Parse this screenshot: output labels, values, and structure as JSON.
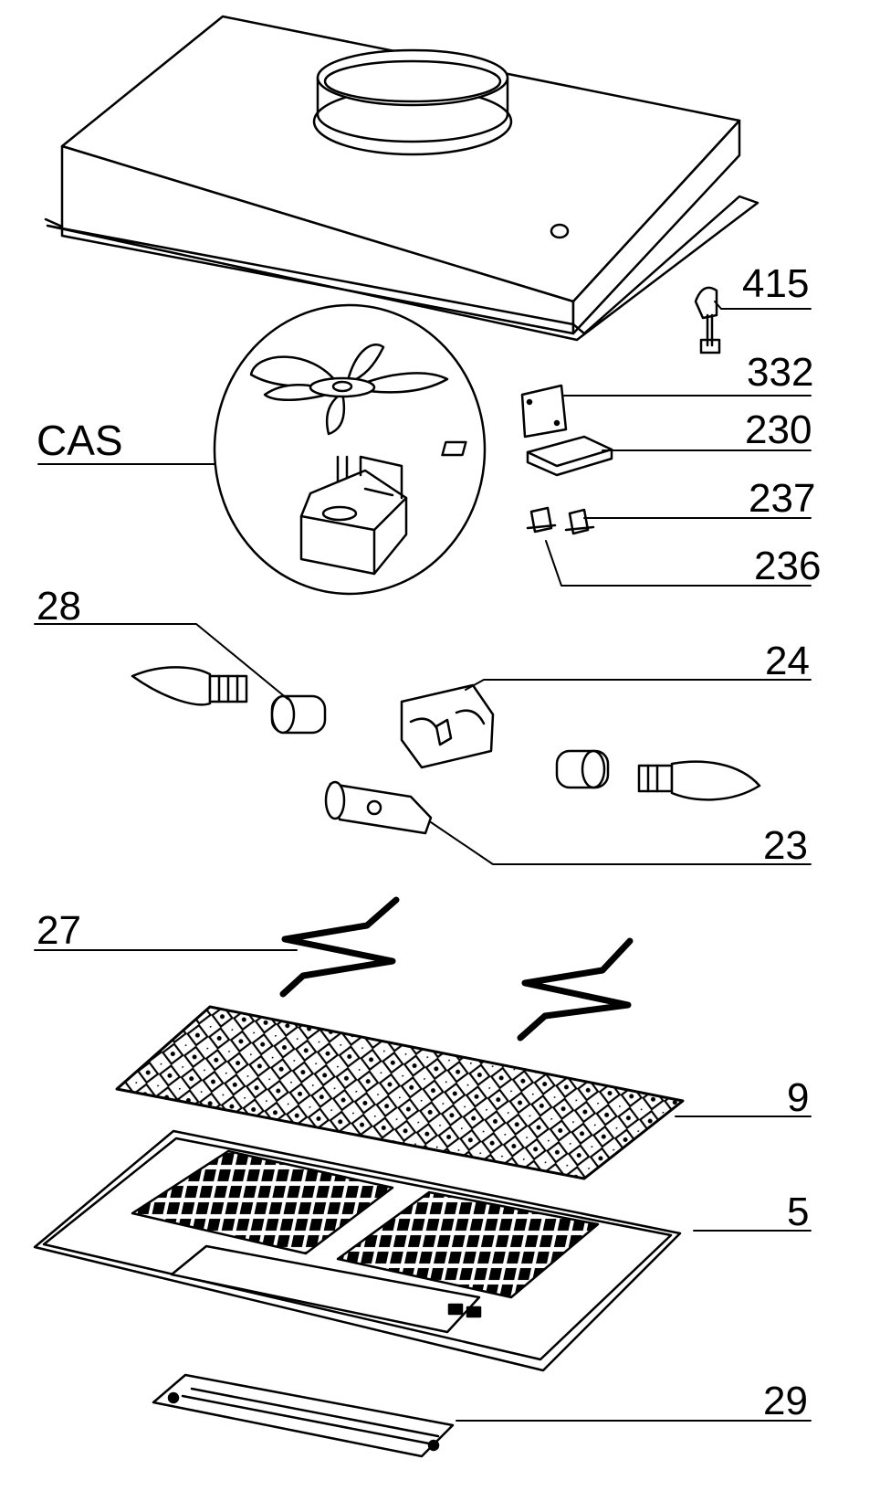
{
  "diagram": {
    "labels": {
      "cas": "CAS",
      "p415": "415",
      "p332": "332",
      "p230": "230",
      "p237": "237",
      "p236": "236",
      "p28": "28",
      "p24": "24",
      "p23": "23",
      "p27": "27",
      "p9": "9",
      "p5": "5",
      "p29": "29"
    },
    "colors": {
      "ink": "#000000",
      "paper": "#ffffff"
    }
  }
}
